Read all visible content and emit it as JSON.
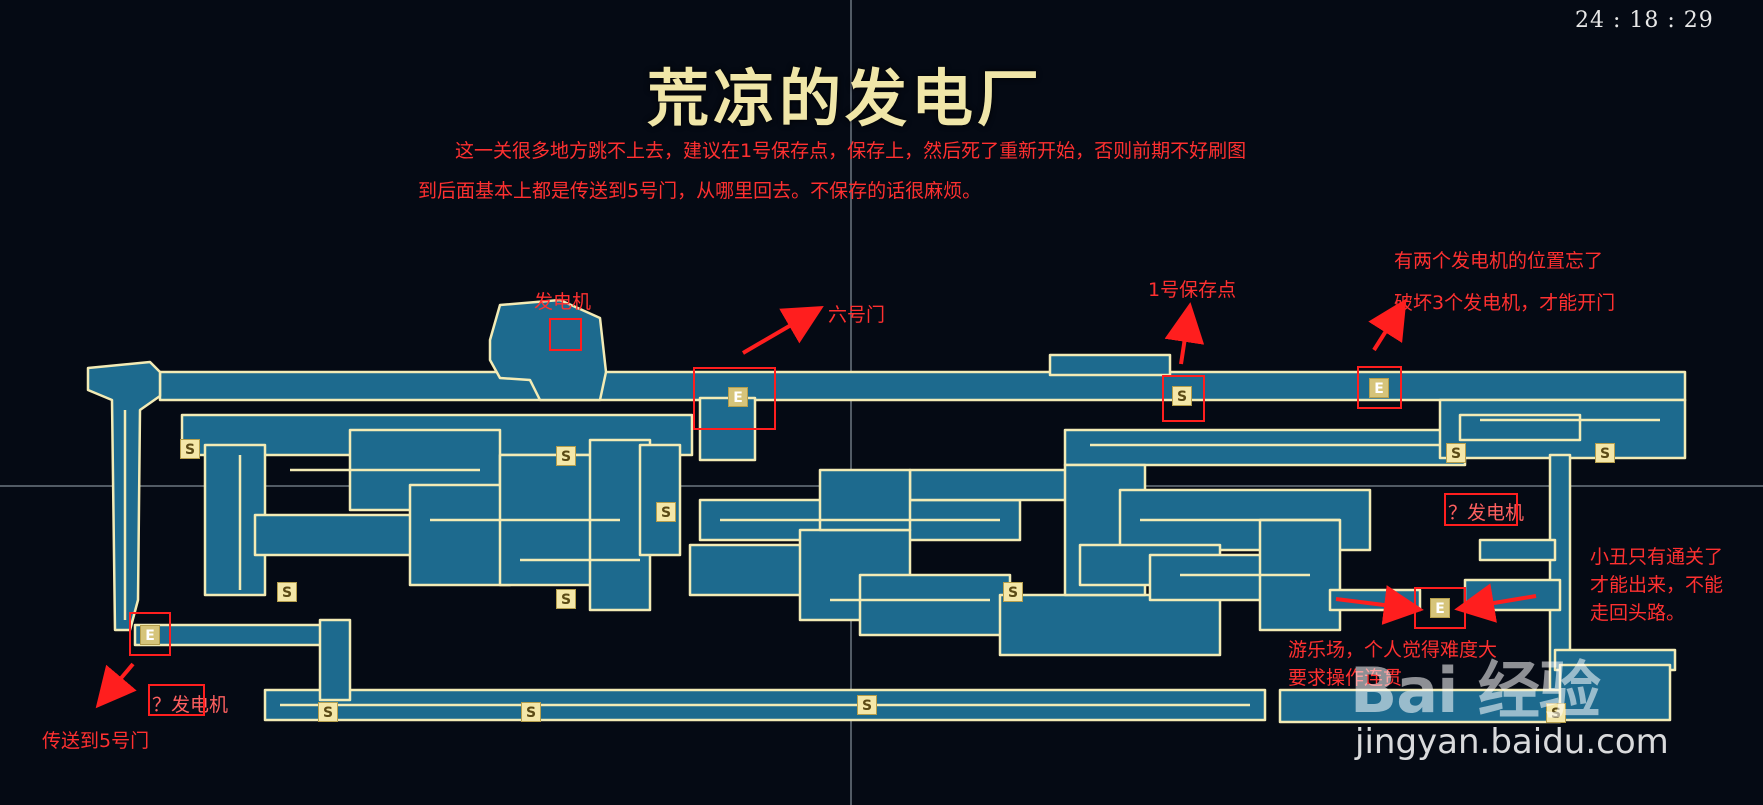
{
  "clock": "24 : 18 : 29",
  "title": "荒凉的发电厂",
  "notes": {
    "line1": "这一关很多地方跳不上去，建议在1号保存点，保存上，然后死了重新开始，否则前期不好刷图",
    "line2": "到后面基本上都是传送到5号门，从哪里回去。不保存的话很麻烦。"
  },
  "labels": {
    "generator_top": "发电机",
    "door6": "六号门",
    "save1": "1号保存点",
    "forgot": "有两个发电机的位置忘了",
    "destroy3": "破坏3个发电机，才能开门",
    "gen_right": "？发电机",
    "clown": "小丑只有通关了\n才能出来，不能\n走回头路。",
    "amusement": "游乐场，个人觉得难度大\n要求操作连贯",
    "gen_bottom": "？发电机",
    "teleport5": "传送到5号门"
  },
  "map_markers": {
    "save_letter": "S",
    "elevator_letter": "E"
  },
  "colors": {
    "background": "#050a14",
    "room_fill": "#1d6a8e",
    "wall_line": "#f3ebb5",
    "annotation": "#ff3030",
    "title": "#f0e6a8"
  },
  "watermark": {
    "brand": "Bai 经验",
    "url": "jingyan.baidu.com"
  }
}
